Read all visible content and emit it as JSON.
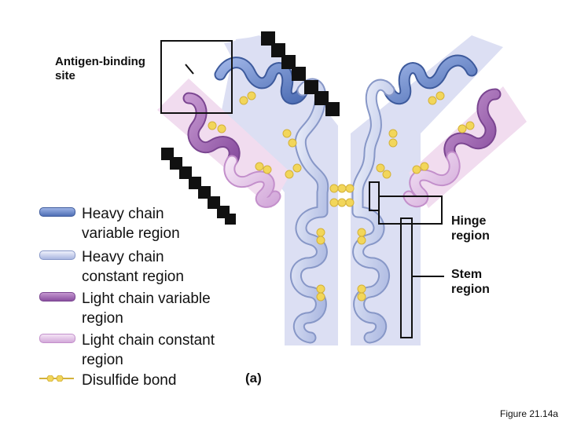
{
  "labels": {
    "antigen_binding_site": "Antigen-binding site",
    "hinge_region": "Hinge region",
    "stem_region": "Stem region",
    "panel": "(a)",
    "figure": "Figure 21.14a"
  },
  "legend": [
    {
      "label": "Heavy chain variable region",
      "color": "#6f8fcf",
      "key": "heavy-variable"
    },
    {
      "label": "Heavy chain constant region",
      "color": "#c9d3f0",
      "key": "heavy-constant"
    },
    {
      "label": "Light chain variable region",
      "color": "#a56fb5",
      "key": "light-variable"
    },
    {
      "label": "Light chain constant region",
      "color": "#e2c3e6",
      "key": "light-constant"
    },
    {
      "label": "Disulfide bond",
      "color": "#f2d65a",
      "key": "disulfide"
    }
  ],
  "colors": {
    "heavy_band": "#dcdff3",
    "light_band": "#f1dcef",
    "disulfide": "#f2d65a"
  }
}
